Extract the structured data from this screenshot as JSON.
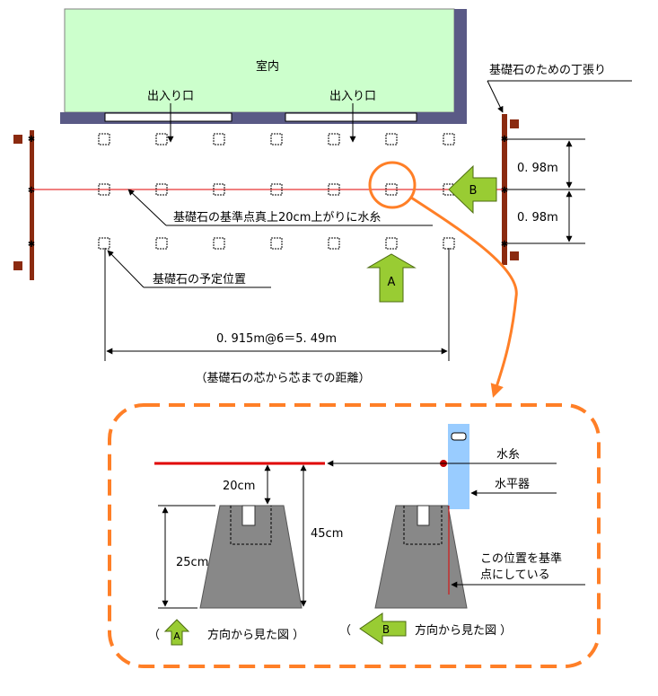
{
  "labels": {
    "indoor": "室内",
    "entrance_left": "出入り口",
    "entrance_right": "出入り口",
    "batter_board": "基礎石のための丁張り",
    "spacing_top": "0. 98m",
    "spacing_bottom": "0. 98m",
    "water_line_note": "基礎石の基準点真上20cm上がりに水糸",
    "planned_position": "基礎石の予定位置",
    "span_dimension": "0. 915m@6＝5. 49m",
    "span_note": "（基礎石の芯から芯までの距離）",
    "arrow_a": "A",
    "arrow_b": "B",
    "water_thread": "水糸",
    "level_instrument": "水平器",
    "dim_20cm": "20cm",
    "dim_45cm": "45cm",
    "dim_25cm": "25cm",
    "reference_point_line1": "この位置を基準",
    "reference_point_line2": "点にしている",
    "view_a_open": "（",
    "view_a_close": "方向から見た図 ）",
    "view_b_open": "（",
    "view_b_close": "方向から見た図 ）"
  },
  "colors": {
    "indoor_fill": "#ccffcc",
    "wall": "#5a5a86",
    "stake": "#8b2a10",
    "water_line": "#e00000",
    "callout": "#ff7f27",
    "arrow_fill": "#99cc33",
    "stone": "#888888",
    "level": "#99ccff"
  },
  "foundation_stone_grid": {
    "rows": 3,
    "columns": 7
  }
}
